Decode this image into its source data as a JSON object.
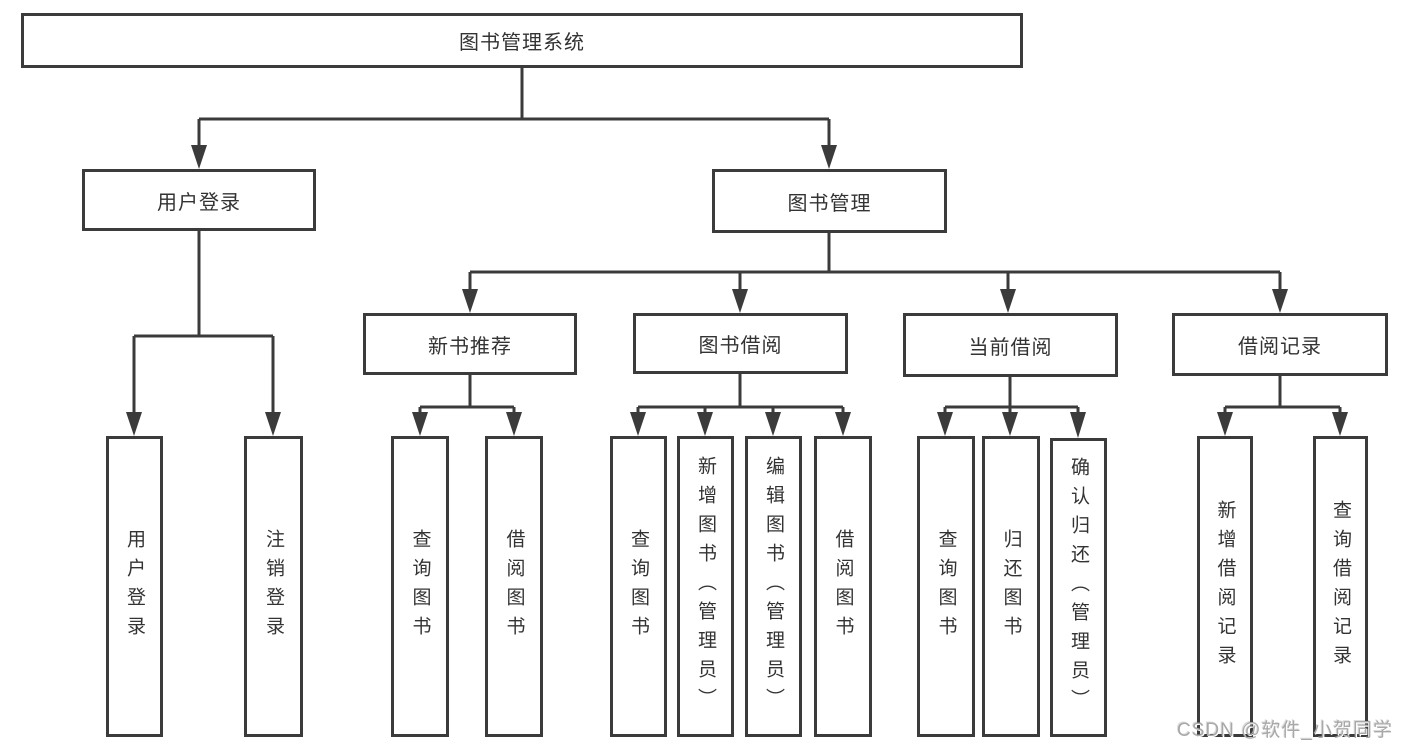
{
  "tree": {
    "root": "图书管理系统",
    "branches": [
      {
        "label": "用户登录",
        "children": [
          "用户登录",
          "注销登录"
        ]
      },
      {
        "label": "图书管理",
        "groups": [
          {
            "label": "新书推荐",
            "children": [
              "查询图书",
              "借阅图书"
            ]
          },
          {
            "label": "图书借阅",
            "children": [
              "查询图书",
              "新增图书（管理员）",
              "编辑图书（管理员）",
              "借阅图书"
            ]
          },
          {
            "label": "当前借阅",
            "children": [
              "查询图书",
              "归还图书",
              "确认归还（管理员）"
            ]
          },
          {
            "label": "借阅记录",
            "children": [
              "新增借阅记录",
              "查询借阅记录"
            ]
          }
        ]
      }
    ]
  },
  "watermark": "CSDN @软件_小贺同学",
  "colors": {
    "line": "#3b3b3b",
    "text": "#333333",
    "background": "#ffffff",
    "watermark": "#a8a8a8"
  }
}
